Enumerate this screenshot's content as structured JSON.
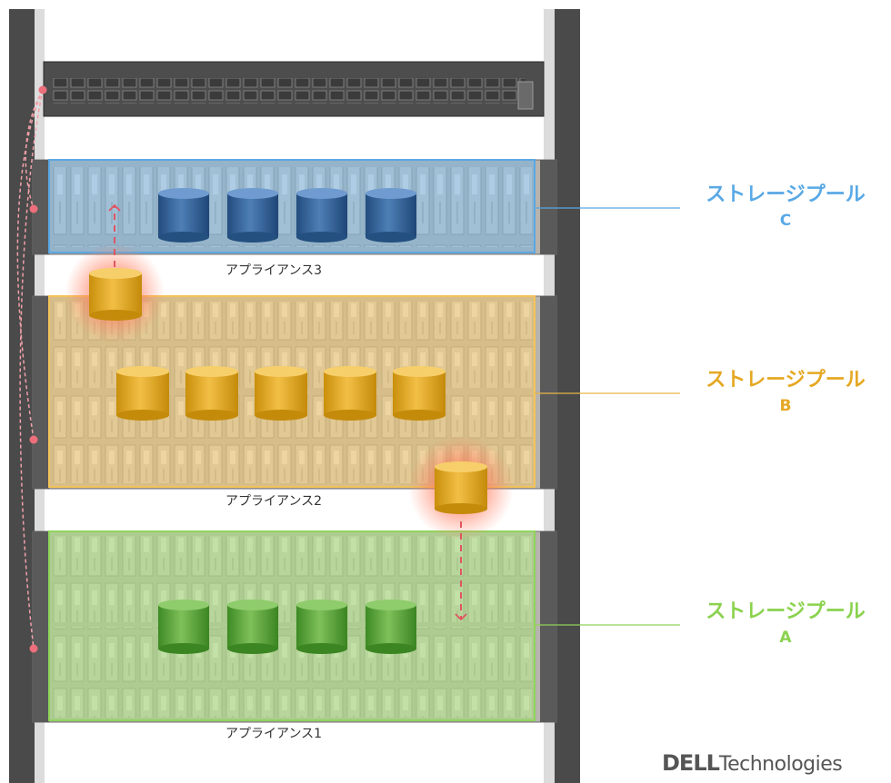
{
  "appliances": [
    {
      "label": "アプライアンス3"
    },
    {
      "label": "アプライアンス2"
    },
    {
      "label": "アプライアンス1"
    }
  ],
  "pools": [
    {
      "title": "ストレージプール",
      "letter": "C",
      "color": "#6cb4ea",
      "disks": 4
    },
    {
      "title": "ストレージプール",
      "letter": "B",
      "color": "#e7b233",
      "disks": 5
    },
    {
      "title": "ストレージプール",
      "letter": "A",
      "color": "#93d45c",
      "disks": 4
    }
  ],
  "migrating_disks": 2,
  "logo": {
    "dell": "DELL",
    "technologies": "Technologies"
  }
}
